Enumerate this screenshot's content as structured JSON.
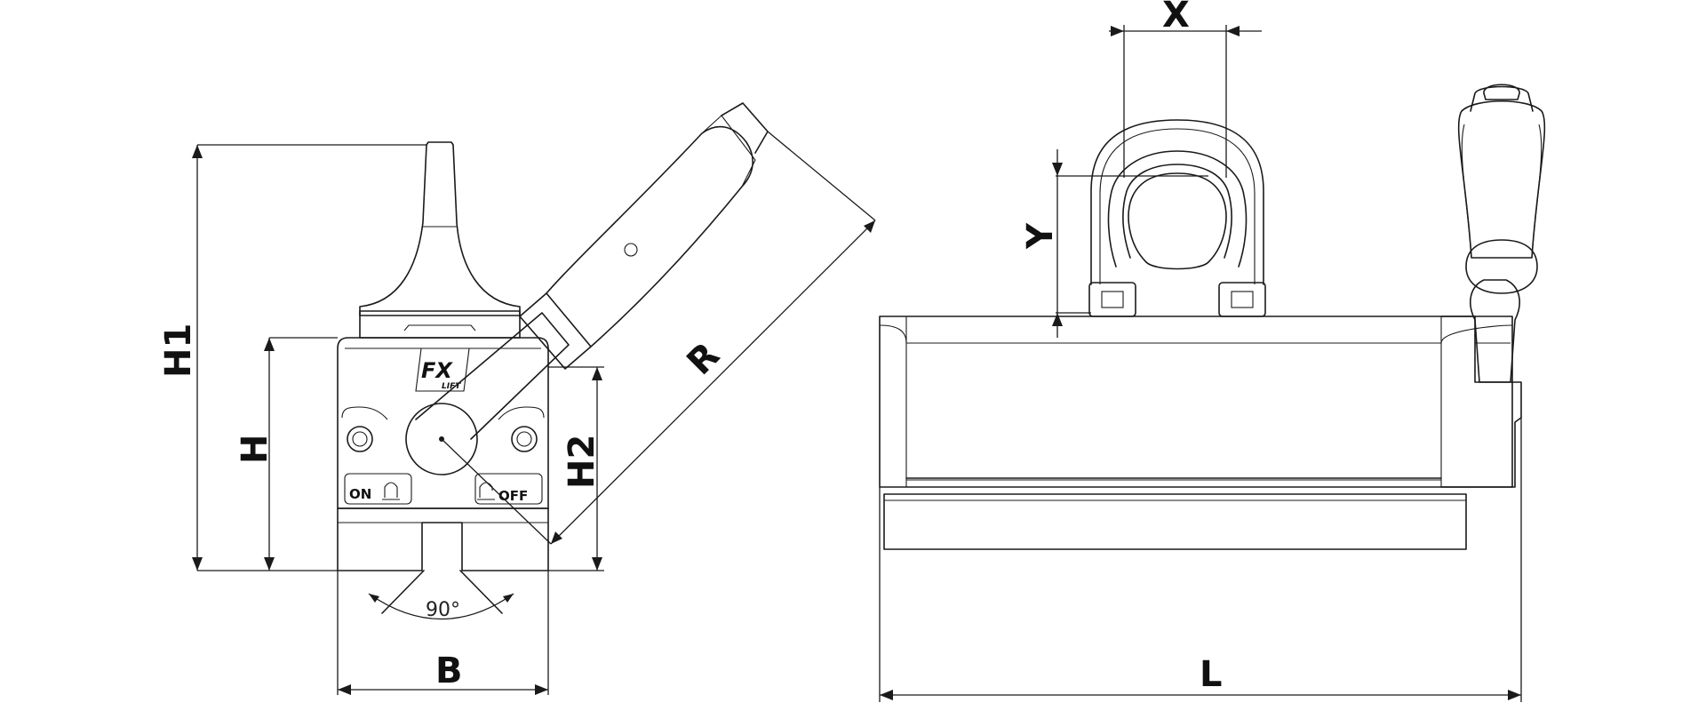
{
  "dimensions": {
    "h1": "H1",
    "h": "H",
    "h2": "H2",
    "r": "R",
    "b": "B",
    "x": "X",
    "y": "Y",
    "l": "L",
    "angle": "90°"
  },
  "device_markings": {
    "logo_main": "FX",
    "logo_sub": "LIFT",
    "on_label": "ON",
    "off_label": "OFF"
  },
  "colors": {
    "line": "#1a1a1a",
    "background": "#ffffff"
  }
}
